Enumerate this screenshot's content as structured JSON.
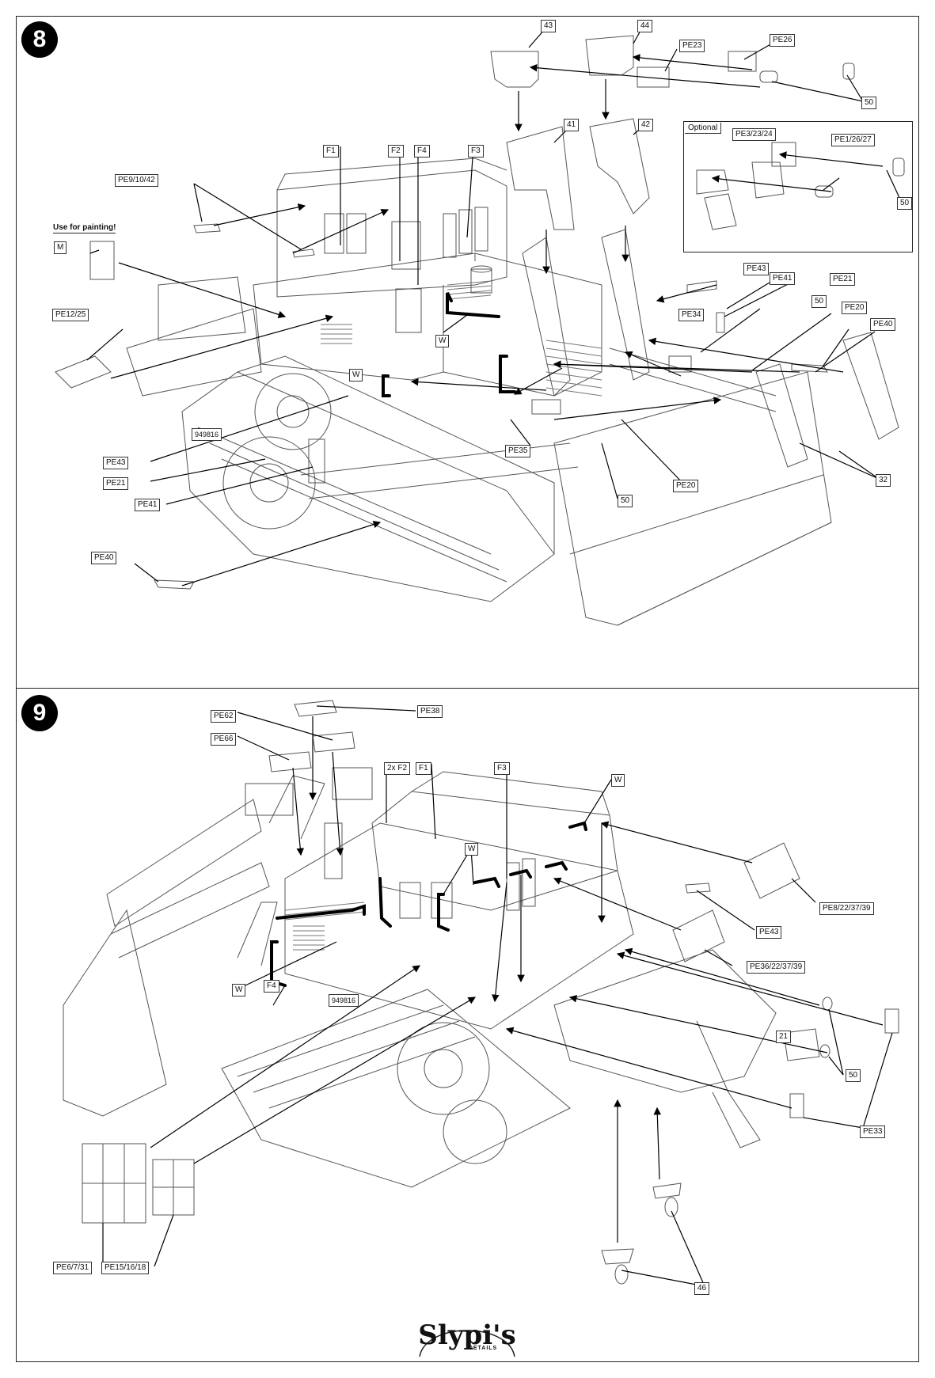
{
  "steps": {
    "top": "8",
    "bottom": "9"
  },
  "notes": {
    "painting": "Use for painting!",
    "optional": "Optional"
  },
  "labels_step8": {
    "p43": "43",
    "p44": "44",
    "pe23": "PE23",
    "pe26": "PE26",
    "p50a": "50",
    "p41": "41",
    "p42": "42",
    "pe3_23_24": "PE3/23/24",
    "pe1_26_27": "PE1/26/27",
    "p50b": "50",
    "f1": "F1",
    "f2": "F2",
    "f4": "F4",
    "f3": "F3",
    "pe9_10_42": "PE9/10/42",
    "m": "M",
    "pe12_25": "PE12/25",
    "pe43a": "PE43",
    "pe41a": "PE41",
    "pe21a": "PE21",
    "p50c": "50",
    "pe20a": "PE20",
    "pe40a": "PE40",
    "pe34": "PE34",
    "wa": "W",
    "wb": "W",
    "pe35": "PE35",
    "pe20b": "PE20",
    "p50d": "50",
    "p32": "32",
    "pe43b": "PE43",
    "pe21b": "PE21",
    "pe41b": "PE41",
    "pe40b": "PE40",
    "plate": "949816"
  },
  "labels_step9": {
    "pe38": "PE38",
    "pe62": "PE62",
    "pe66": "PE66",
    "x2f2": "2x F2",
    "f1": "F1",
    "f3": "F3",
    "wa": "W",
    "wb": "W",
    "wc": "W",
    "pe8": "PE8/22/37/39",
    "pe43": "PE43",
    "pe36": "PE36/22/37/39",
    "f4": "F4",
    "p21": "21",
    "p50": "50",
    "pe33": "PE33",
    "pe6": "PE6/7/31",
    "pe15": "PE15/16/18",
    "p46": "46",
    "plate": "949816"
  },
  "logo": {
    "brand": "Slypi's",
    "sub": "DETAILS"
  }
}
